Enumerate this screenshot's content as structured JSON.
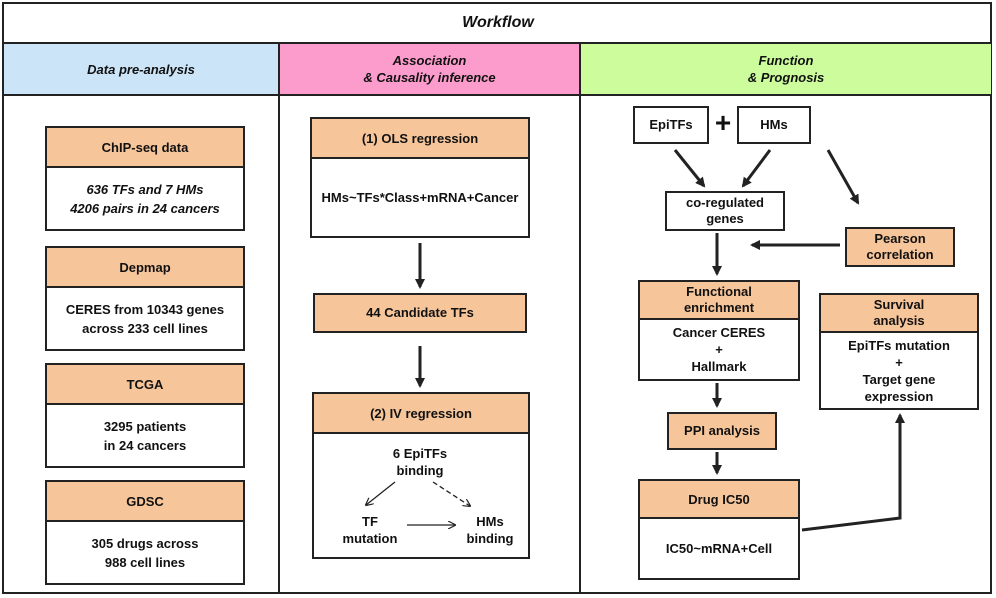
{
  "title": "Workflow",
  "colors": {
    "header_blue": "#cce4f7",
    "header_pink": "#fc9ccc",
    "header_green": "#ccfc9c",
    "box_orange": "#f7c59a"
  },
  "columns": [
    {
      "lines": [
        "Data pre-analysis"
      ]
    },
    {
      "lines": [
        "Association",
        "& Causality inference"
      ]
    },
    {
      "lines": [
        "Function",
        "& Prognosis"
      ]
    }
  ],
  "preanalysis": [
    {
      "header": "ChIP-seq data",
      "body": [
        "636 TFs and 7 HMs",
        "4206 pairs in 24 cancers"
      ]
    },
    {
      "header": "Depmap",
      "body": [
        "CERES from 10343 genes",
        "across 233 cell lines"
      ]
    },
    {
      "header": "TCGA",
      "body": [
        "3295 patients",
        "in 24 cancers"
      ]
    },
    {
      "header": "GDSC",
      "body": [
        "305 drugs across",
        "988 cell lines"
      ]
    }
  ],
  "association": {
    "ols": {
      "header": "(1) OLS regression",
      "body": "HMs~TFs*Class+mRNA+Cancer"
    },
    "candidates": "44 Candidate TFs",
    "iv": {
      "header": "(2) IV regression",
      "binding": [
        "6 EpiTFs",
        "binding"
      ],
      "tf_mutation": [
        "TF",
        "mutation"
      ],
      "hms_binding": [
        "HMs",
        "binding"
      ]
    }
  },
  "function": {
    "epitfs": "EpiTFs",
    "plus": "+",
    "hms": "HMs",
    "coregulated": [
      "co-regulated",
      "genes"
    ],
    "pearson": [
      "Pearson",
      "correlation"
    ],
    "enrichment": {
      "header": [
        "Functional",
        "enrichment"
      ],
      "body": [
        "Cancer CERES",
        "+",
        "Hallmark"
      ]
    },
    "survival": {
      "header": [
        "Survival",
        "analysis"
      ],
      "body": [
        "EpiTFs mutation",
        "+",
        "Target gene",
        "expression"
      ]
    },
    "ppi": "PPI analysis",
    "drug": {
      "header": "Drug IC50",
      "body": "IC50~mRNA+Cell"
    }
  }
}
